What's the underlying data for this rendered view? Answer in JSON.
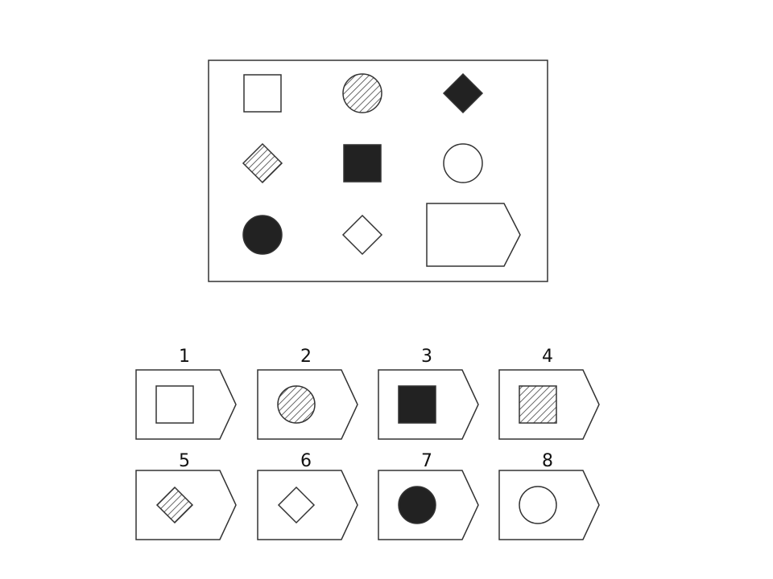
{
  "colors": {
    "stroke": "#333333",
    "fill_solid": "#222222",
    "fill_empty": "#ffffff",
    "hatch": "#444444"
  },
  "matrix": {
    "cells": [
      {
        "shape": "square",
        "fill": "empty"
      },
      {
        "shape": "circle",
        "fill": "hatched"
      },
      {
        "shape": "diamond",
        "fill": "solid"
      },
      {
        "shape": "diamond",
        "fill": "hatched"
      },
      {
        "shape": "square",
        "fill": "solid"
      },
      {
        "shape": "circle",
        "fill": "empty"
      },
      {
        "shape": "circle",
        "fill": "solid"
      },
      {
        "shape": "diamond",
        "fill": "empty"
      },
      {
        "shape": "missing",
        "fill": "none"
      }
    ]
  },
  "options": [
    {
      "label": "1",
      "shape": "square",
      "fill": "empty"
    },
    {
      "label": "2",
      "shape": "circle",
      "fill": "hatched"
    },
    {
      "label": "3",
      "shape": "square",
      "fill": "solid"
    },
    {
      "label": "4",
      "shape": "square",
      "fill": "hatched"
    },
    {
      "label": "5",
      "shape": "diamond",
      "fill": "hatched"
    },
    {
      "label": "6",
      "shape": "diamond",
      "fill": "empty"
    },
    {
      "label": "7",
      "shape": "circle",
      "fill": "solid"
    },
    {
      "label": "8",
      "shape": "circle",
      "fill": "empty"
    }
  ]
}
